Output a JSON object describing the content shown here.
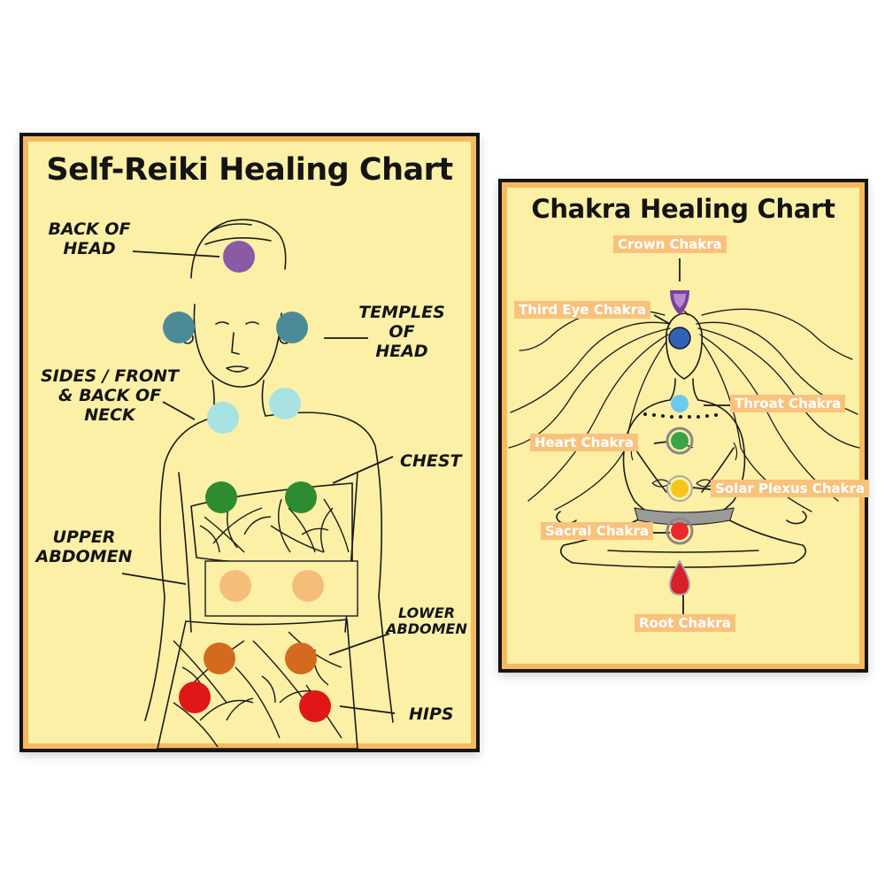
{
  "self_reiki": {
    "title": "Self-Reiki Healing Chart",
    "labels": {
      "back_of_head": "BACK OF\nHEAD",
      "temples_of_head": "TEMPLES\nOF\nHEAD",
      "neck": "SIDES / FRONT\n& BACK OF\nNECK",
      "chest": "CHEST",
      "upper_abdomen": "UPPER\nABDOMEN",
      "lower_abdomen": "LOWER\nABDOMEN",
      "hips": "HIPS"
    },
    "colors": {
      "back_of_head": "#8a5aa6",
      "temples": "#4d8a98",
      "neck": "#a8e2e2",
      "chest": "#2d8c2f",
      "upper_abdomen": "#f6bd7a",
      "lower_abdomen": "#d36a1d",
      "hips": "#e01717"
    }
  },
  "chakra": {
    "title": "Chakra Healing Chart",
    "chakras": [
      {
        "label": "Crown Chakra",
        "color": "#7a3f9e"
      },
      {
        "label": "Third Eye Chakra",
        "color": "#2e63b8"
      },
      {
        "label": "Throat Chakra",
        "color": "#6ec9ee"
      },
      {
        "label": "Heart Chakra",
        "color": "#3ba44a"
      },
      {
        "label": "Solar Plexus Chakra",
        "color": "#f5c518"
      },
      {
        "label": "Sacral Chakra",
        "color": "#e8282c"
      },
      {
        "label": "Root Chakra",
        "color": "#d6202a"
      }
    ]
  }
}
